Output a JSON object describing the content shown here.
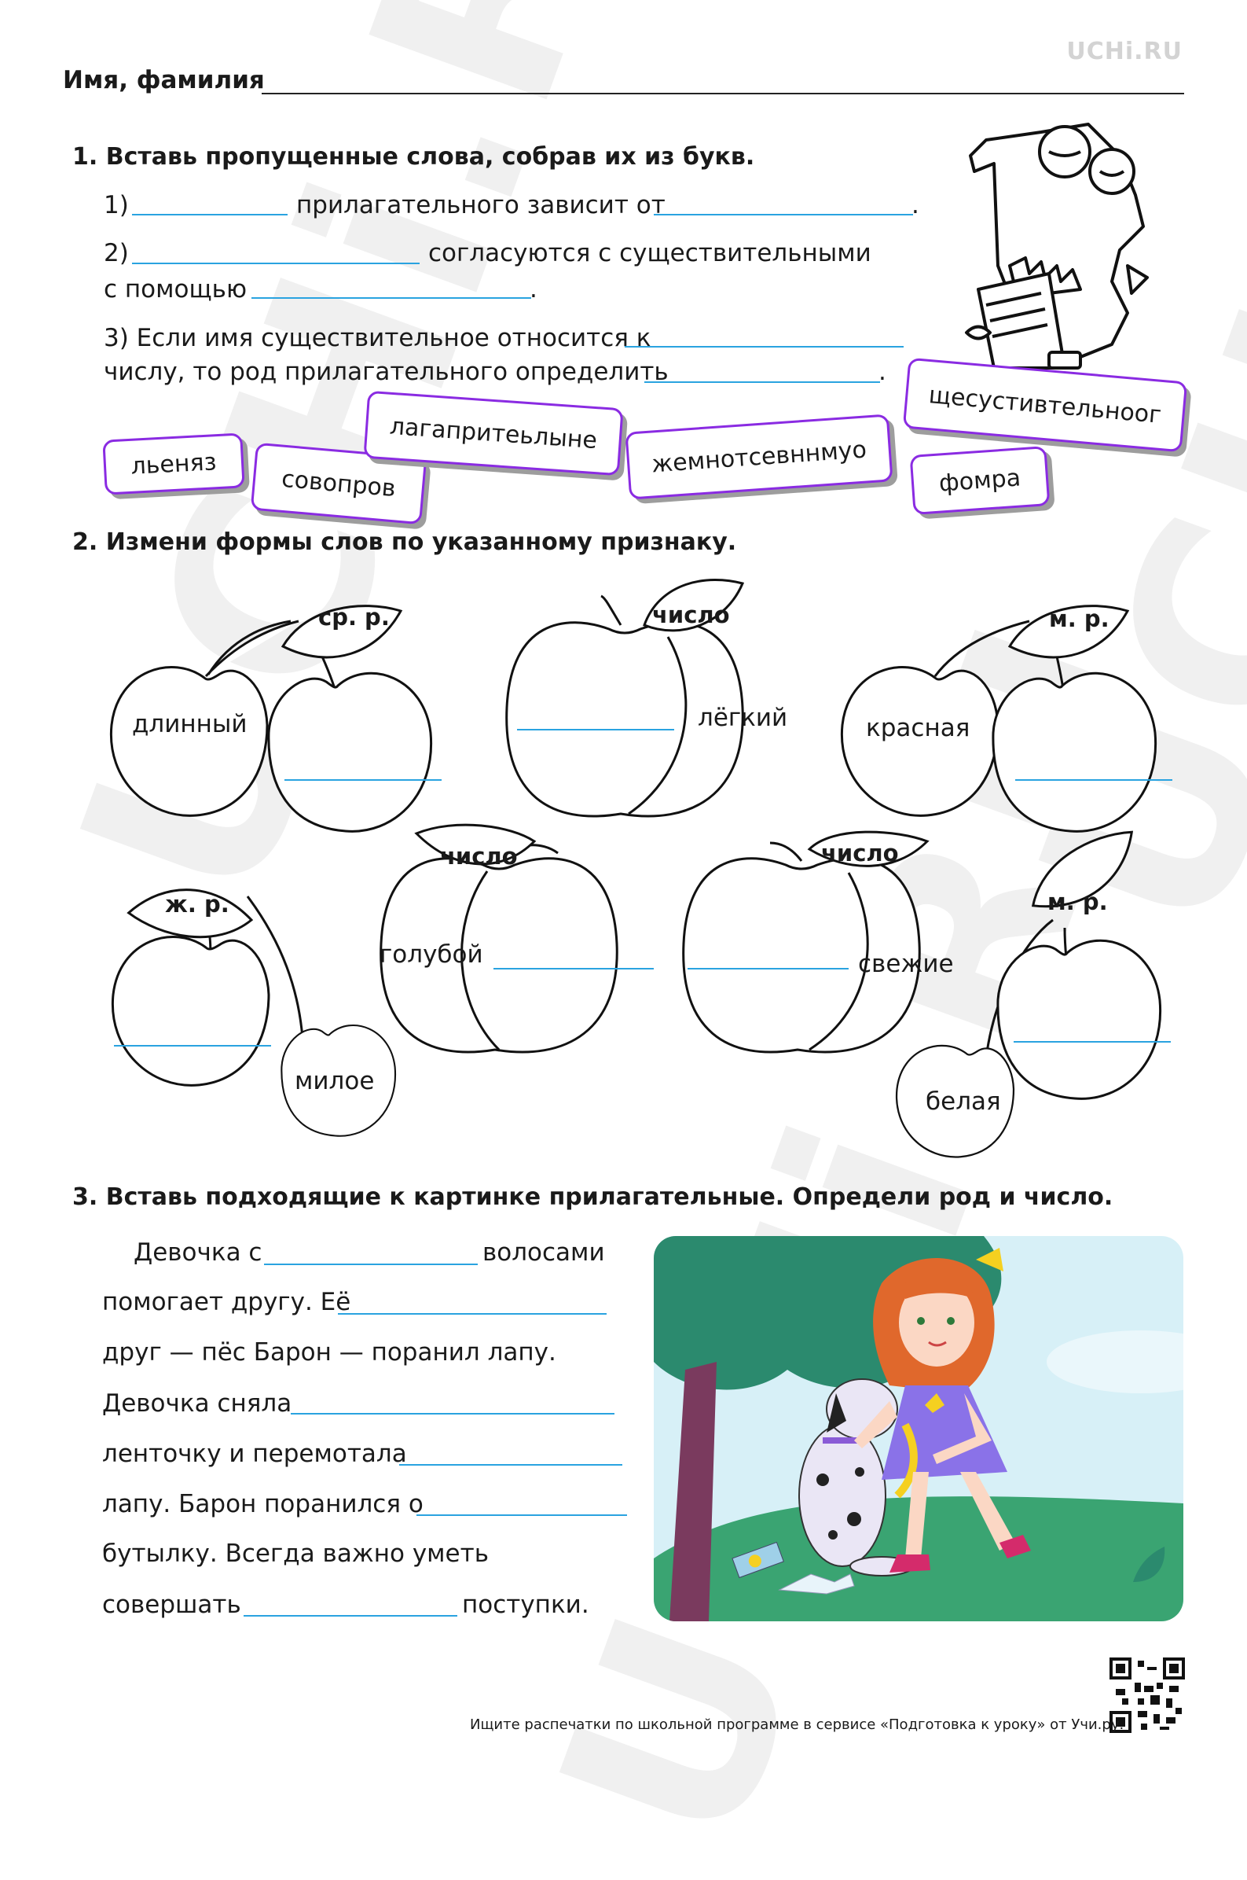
{
  "logo": "UCHi.RU",
  "header": {
    "name_label": "Имя, фамилия"
  },
  "task1": {
    "title": "1. Вставь пропущенные слова, собрав их из букв.",
    "line1": {
      "num": "1)",
      "middle": "прилагательного зависит от",
      "end": "."
    },
    "line2": {
      "num": "2)",
      "middle": "согласуются с существительными",
      "cont": "с помощью",
      "end": "."
    },
    "line3": {
      "start": "3) Если имя существительное относится к",
      "cont": "числу, то род прилагательного определить",
      "end": "."
    },
    "cards": [
      "льеняз",
      "совопров",
      "лагапритеьлыне",
      "жемнотсевнн­муо",
      "щесуcтивтельноог",
      "фомра"
    ]
  },
  "task2": {
    "title": "2. Измени формы слов по указанному признаку.",
    "fruits": [
      {
        "type": "cherry",
        "tag": "ср. р.",
        "word": "длинный"
      },
      {
        "type": "apple",
        "tag": "число",
        "word": "лёгкий"
      },
      {
        "type": "cherry",
        "tag": "м. р.",
        "word": "красная"
      },
      {
        "type": "cherry",
        "tag": "ж. р.",
        "word": "милое"
      },
      {
        "type": "apple",
        "tag": "число",
        "word": "голубой"
      },
      {
        "type": "apple",
        "tag": "число",
        "word": "свежие"
      },
      {
        "type": "cherry",
        "tag": "м. р.",
        "word": "белая"
      }
    ]
  },
  "task3": {
    "title": "3. Вставь подходящие к картинке прилагательные. Определи род и число.",
    "lines": [
      {
        "a": "Девочка с",
        "b": "волосами"
      },
      {
        "a": "помогает другу. Её"
      },
      {
        "a": "друг — пёс Барон — поранил лапу."
      },
      {
        "a": "Девочка сняла"
      },
      {
        "a": "ленточку и перемотала"
      },
      {
        "a": "лапу. Барон поранился о"
      },
      {
        "a": "бутылку. Всегда важно уметь"
      },
      {
        "a": "совершать",
        "b": "поступки."
      }
    ]
  },
  "footer": "Ищите распечатки по школьной программе в сервисе «Подготовка к уроку» от Учи.ру.",
  "colors": {
    "blank_line": "#2aa3e0",
    "card_border": "#8a2be2",
    "sky": "#d7f0f7",
    "grass": "#3aa472",
    "tree": "#2b8a6e"
  }
}
